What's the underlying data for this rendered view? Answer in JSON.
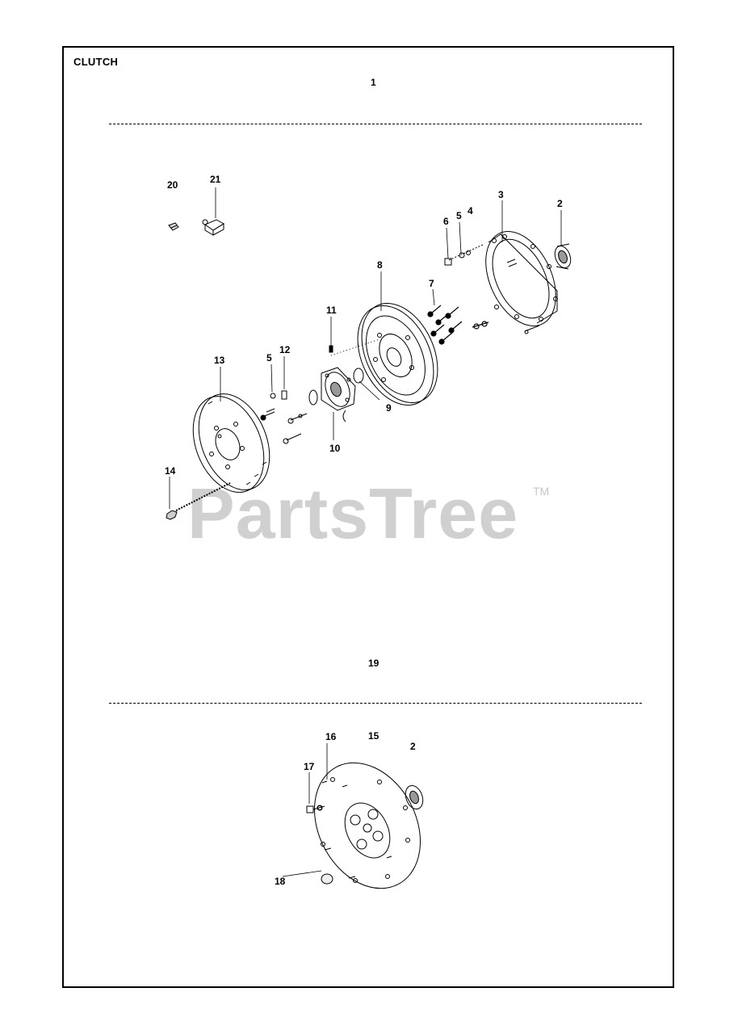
{
  "page": {
    "title": "CLUTCH"
  },
  "watermark": {
    "text": "PartsTree",
    "mark": "TM"
  },
  "callouts": {
    "c1": "1",
    "c2a": "2",
    "c3": "3",
    "c4": "4",
    "c5a": "5",
    "c6": "6",
    "c7": "7",
    "c8": "8",
    "c9": "9",
    "c10": "10",
    "c11": "11",
    "c12": "12",
    "c13": "13",
    "c5b": "5",
    "c14": "14",
    "c20": "20",
    "c21": "21",
    "c19": "19",
    "c16": "16",
    "c15": "15",
    "c2b": "2",
    "c17": "17",
    "c18": "18"
  }
}
